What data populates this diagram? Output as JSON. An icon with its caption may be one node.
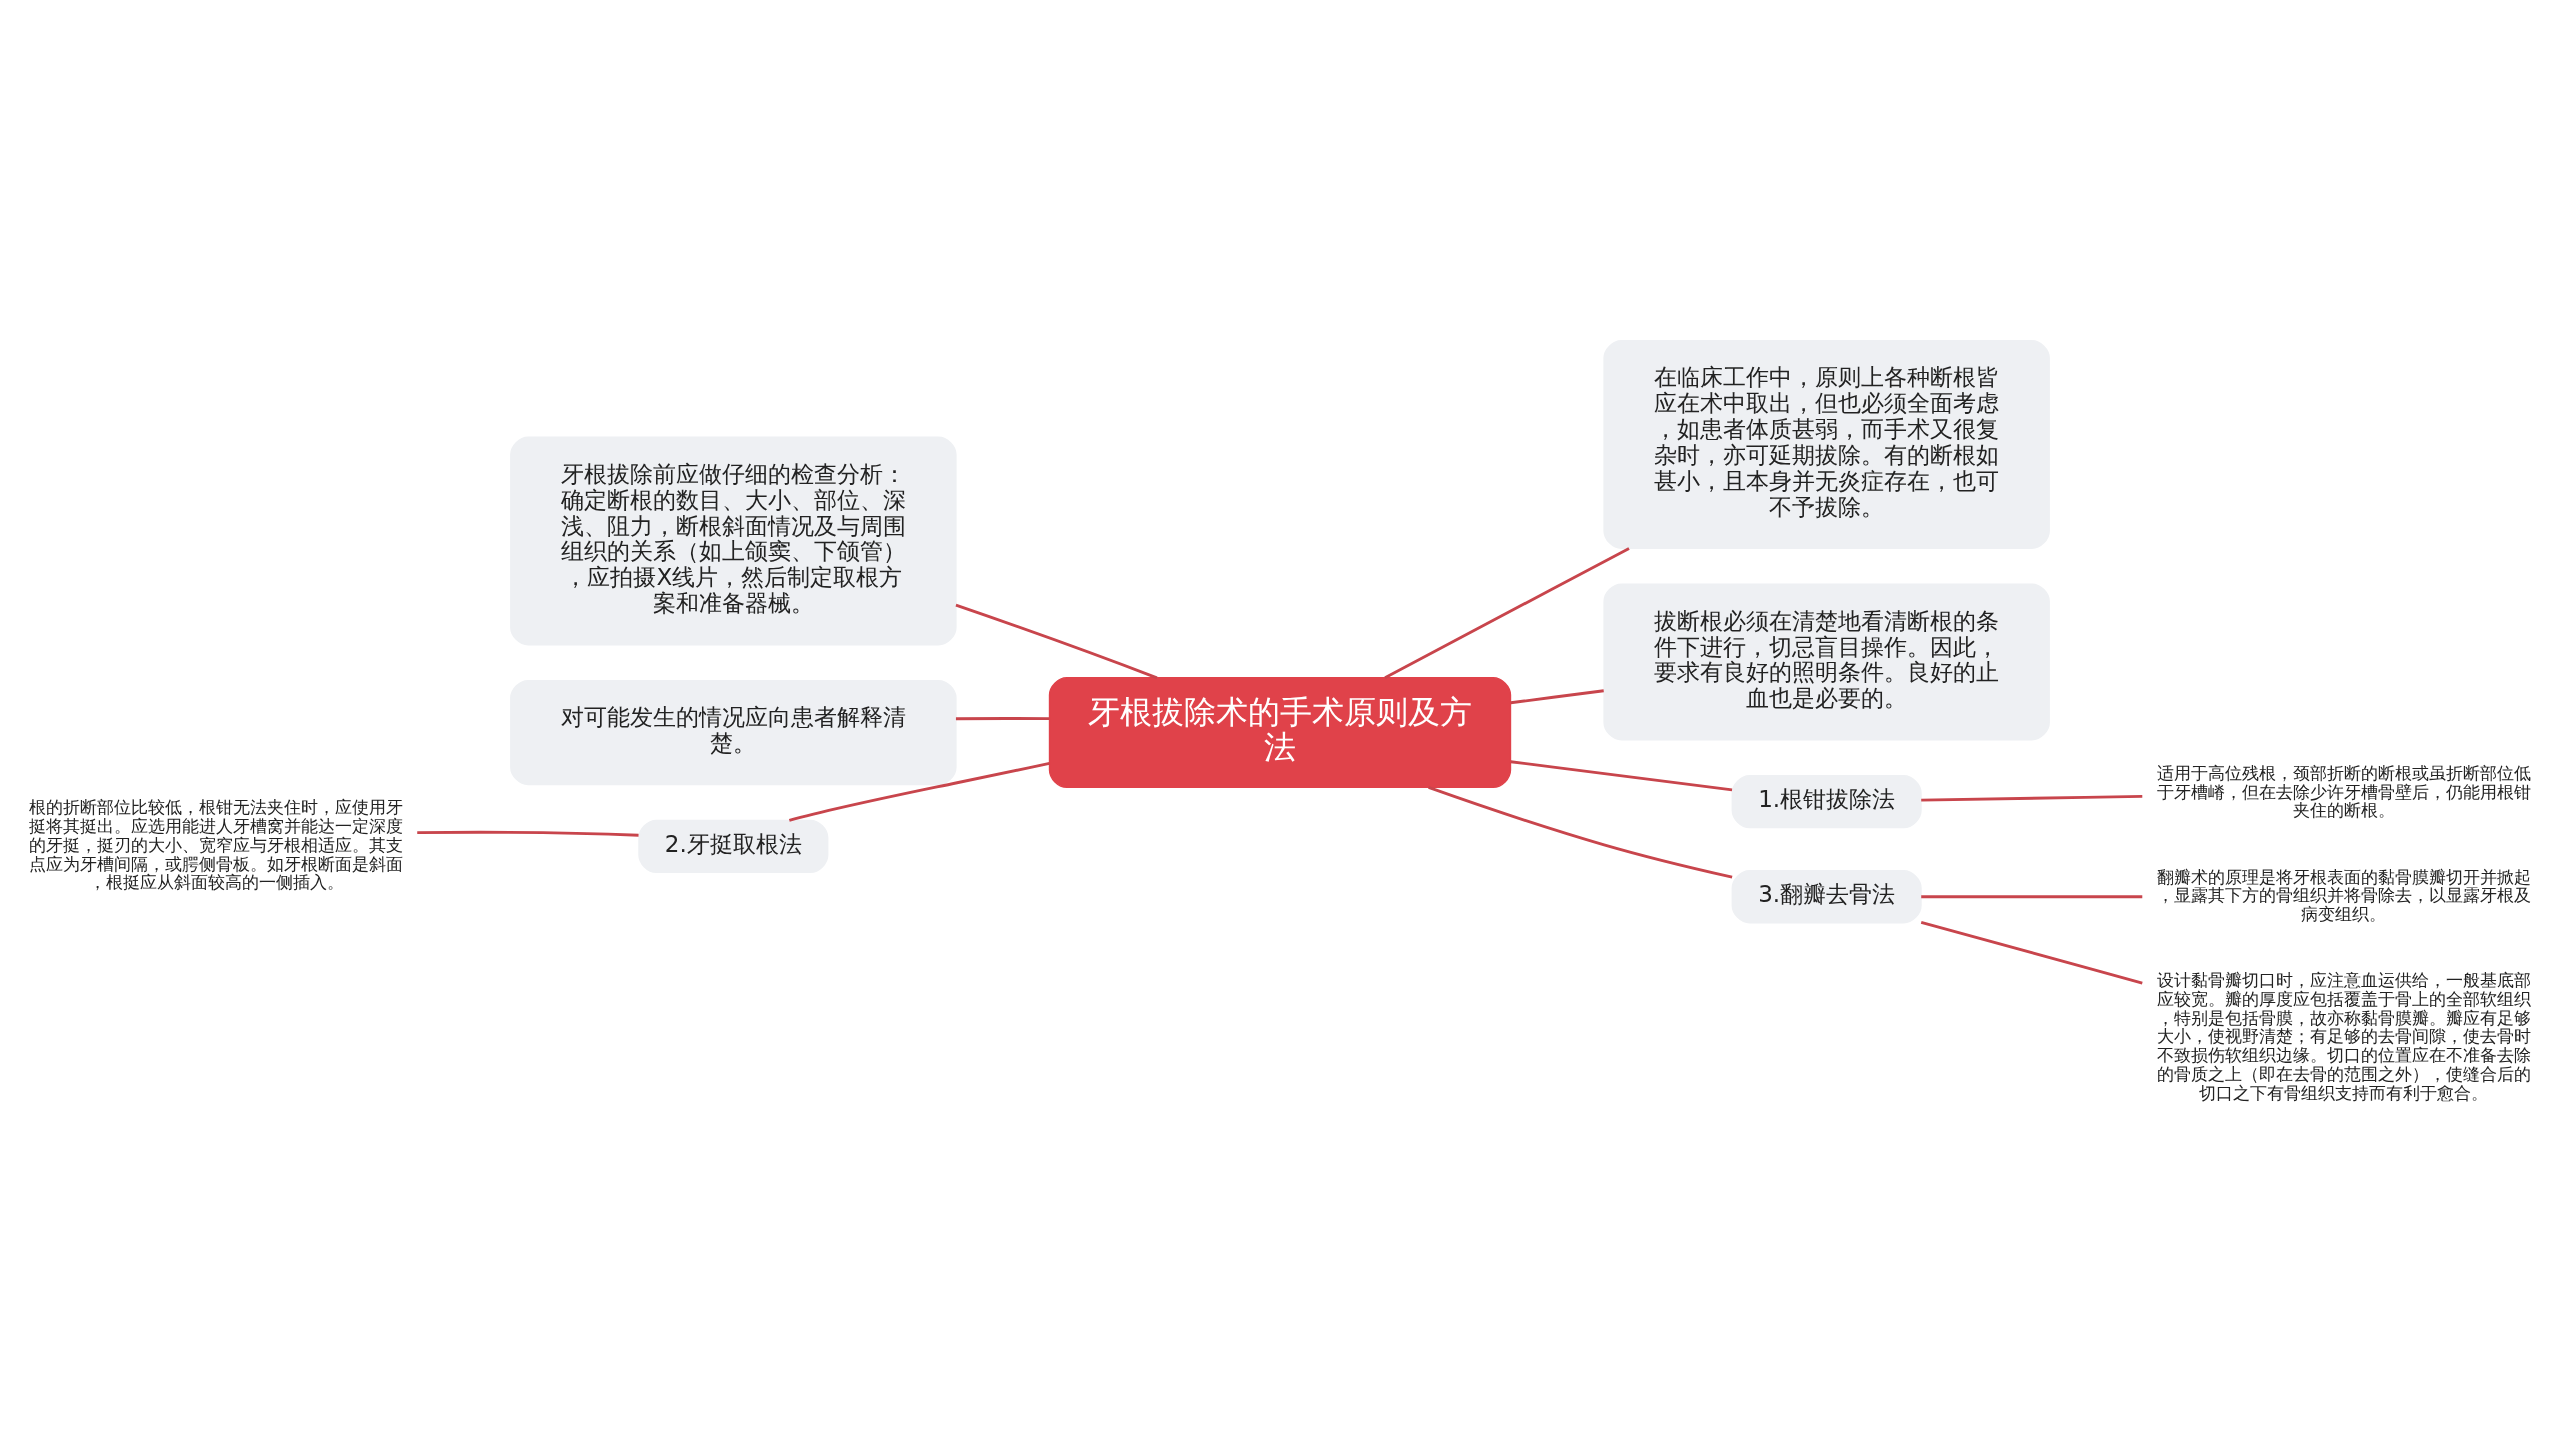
{
  "diagram": {
    "nodes": [
      {
        "text": [
          "牙根拔除术的手术原则及方法"
        ]
      },
      {
        "text": [
          "在临床工作中，原则上各种断根皆应在术中取出，但也必须全面考虑，如患者体质甚弱，而手术又很复杂时，亦可延期拔除。有的断根如甚小，且本身并无炎症存在，也可不予拔除。"
        ]
      },
      {
        "text": [
          "拔断根必须在清楚地看清断根的条件下进行，切忌盲目操作。因此，要求有良好的照明条件。良好的止血也是必要的。"
        ]
      },
      {
        "text": [
          "1.根钳拔除法"
        ]
      },
      {
        "text": [
          "适用于高位残根，颈部折断的断根或虽折断部位低于牙槽嵴，但在去除少许牙槽骨壁后，仍能用根钳夹住的断根。"
        ]
      },
      {
        "text": [
          "3.翻瓣去骨法"
        ]
      },
      {
        "text": [
          "翻瓣术的原理是将牙根表面的黏骨膜瓣切开并掀起，显露其下方的骨组织并将骨除去，以显露牙根及病变组织。"
        ]
      },
      {
        "text": [
          "设计黏骨瓣切口时，应注意血运供给，一般基底部应较宽。瓣的厚度应包括覆盖于骨上的全部软组织，特别是包括骨膜，故亦称黏骨膜瓣。瓣应有足够大小，使视野清楚；有足够的去骨间隙，使去骨时不致损伤软组织边缘。切口的位置应在不准备去除的骨质之上（即在去骨的范围之外），使缝合后的切口之下有骨组织支持而有利于愈合。"
        ]
      },
      {
        "text": [
          "牙根拔除前应做仔细的检查分析：确定断根的数目、大小、部位、深浅、阻力，断根斜面情况及与周围组织的关系（如上颌窦、下颌管），应拍摄X线片，然后制定取根方案和准备器械。"
        ]
      },
      {
        "text": [
          "对可能发生的情况应向患者解释清楚。"
        ]
      },
      {
        "text": [
          "2.牙挺取根法"
        ]
      },
      {
        "text": [
          "根的折断部位比较低，根钳无法夹住时，应使用牙挺将其挺出。应选用能进人牙槽窝并能达一定深度的牙挺，挺刃的大小、宽窄应与牙根相适应。其支点应为牙槽间隔，或腭侧骨板。如牙根断面是斜面，根挺应从斜面较高的一侧插入。"
        ]
      }
    ],
    "edges": [
      {
        "from": 0,
        "to": 1,
        "arrow": "none"
      },
      {
        "from": 0,
        "to": 2,
        "arrow": "none"
      },
      {
        "from": 0,
        "to": 3,
        "arrow": "none"
      },
      {
        "from": 3,
        "to": 4,
        "arrow": "none"
      },
      {
        "from": 0,
        "to": 5,
        "arrow": "none"
      },
      {
        "from": 5,
        "to": 6,
        "arrow": "none"
      },
      {
        "from": 5,
        "to": 7,
        "arrow": "none"
      },
      {
        "from": 0,
        "to": 8,
        "arrow": "none"
      },
      {
        "from": 0,
        "to": 9,
        "arrow": "none"
      },
      {
        "from": 0,
        "to": 10,
        "arrow": "none"
      },
      {
        "from": 10,
        "to": 11,
        "arrow": "none"
      }
    ]
  }
}
